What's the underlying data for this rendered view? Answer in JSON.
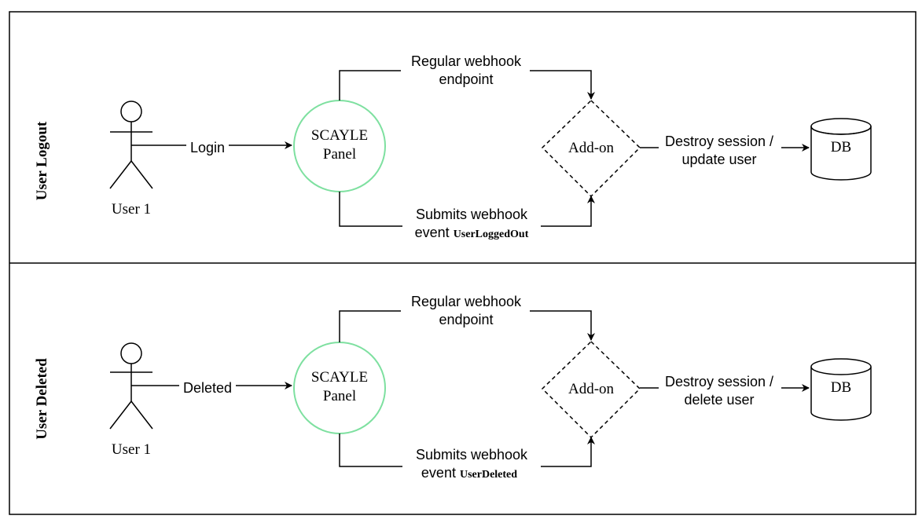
{
  "lanes": [
    {
      "title": "User Logout",
      "actor": "User 1",
      "trigger_label": "Login",
      "panel_line1": "SCAYLE",
      "panel_line2": "Panel",
      "top_edge_line1": "Regular webhook",
      "top_edge_line2": "endpoint",
      "bottom_edge_line1": "Submits webhook",
      "bottom_edge_prefix": "event",
      "bottom_edge_event": "UserLoggedOut",
      "addon": "Add-on",
      "db_edge_line1": "Destroy session /",
      "db_edge_line2": "update user",
      "db": "DB"
    },
    {
      "title": "User Deleted",
      "actor": "User 1",
      "trigger_label": "Deleted",
      "panel_line1": "SCAYLE",
      "panel_line2": "Panel",
      "top_edge_line1": "Regular webhook",
      "top_edge_line2": "endpoint",
      "bottom_edge_line1": "Submits webhook",
      "bottom_edge_prefix": "event",
      "bottom_edge_event": "UserDeleted",
      "addon": "Add-on",
      "db_edge_line1": "Destroy session /",
      "db_edge_line2": "delete user",
      "db": "DB"
    }
  ],
  "colors": {
    "panel_stroke": "#7ee0a0",
    "line": "#000000",
    "background": "#ffffff"
  }
}
